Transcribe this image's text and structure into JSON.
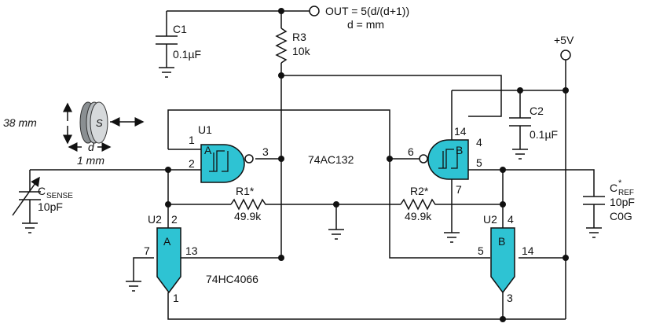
{
  "output": {
    "line1": "OUT = 5(d/(d+1))",
    "line2": "d = mm"
  },
  "supply": {
    "label": "+5V"
  },
  "ic_labels": {
    "schmitt": "74AC132",
    "switch": "74HC4066"
  },
  "sensor": {
    "size": "38 mm",
    "letter": "S",
    "d": "d",
    "gap": "1 mm"
  },
  "components": {
    "C1": {
      "name": "C1",
      "value": "0.1µF"
    },
    "C2": {
      "name": "C2",
      "value": "0.1µF"
    },
    "R3": {
      "name": "R3",
      "value": "10k"
    },
    "R1": {
      "name": "R1*",
      "value": "49.9k"
    },
    "R2": {
      "name": "R2*",
      "value": "49.9k"
    },
    "Csense": {
      "name": "C",
      "sub": "SENSE",
      "value": "10pF"
    },
    "Cref": {
      "name": "C",
      "sup": "*",
      "sub": "REF",
      "value": "10pF",
      "type": "C0G"
    }
  },
  "gates": {
    "U1": {
      "ref": "U1",
      "unit": "A",
      "pins": [
        "1",
        "2",
        "3"
      ]
    },
    "U1B": {
      "unit": "B",
      "pins": [
        "14",
        "4",
        "5",
        "6",
        "7"
      ]
    },
    "U2A": {
      "ref": "U2",
      "unit": "A",
      "pins": [
        "2",
        "7",
        "13",
        "1"
      ]
    },
    "U2B": {
      "ref": "U2",
      "unit": "B",
      "pins": [
        "4",
        "5",
        "14",
        "3"
      ]
    }
  }
}
